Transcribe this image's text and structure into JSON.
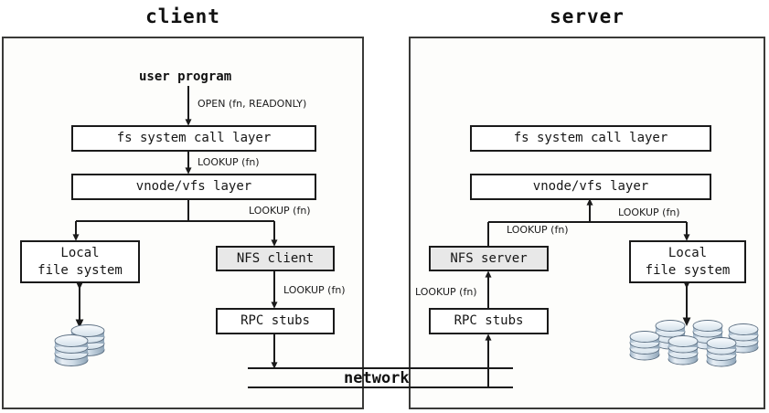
{
  "diagram": {
    "title_left": "client",
    "title_right": "server"
  },
  "client": {
    "user_program": "user program",
    "fs_syscall": "fs system call layer",
    "vnode_vfs": "vnode/vfs layer",
    "local_fs_line1": "Local",
    "local_fs_line2": "file system",
    "nfs_client": "NFS client",
    "rpc_stubs": "RPC stubs",
    "label_open": "OPEN (fn, READONLY)",
    "label_lookup_1": "LOOKUP (fn)",
    "label_lookup_2": "LOOKUP (fn)",
    "label_lookup_3": "LOOKUP (fn)"
  },
  "server": {
    "fs_syscall": "fs system call layer",
    "vnode_vfs": "vnode/vfs layer",
    "nfs_server": "NFS server",
    "rpc_stubs": "RPC stubs",
    "local_fs_line1": "Local",
    "local_fs_line2": "file system",
    "label_lookup_1": "LOOKUP (fn)",
    "label_lookup_2": "LOOKUP (fn)",
    "label_lookup_3": "LOOKUP (fn)"
  },
  "network": {
    "label": "network"
  },
  "colors": {
    "panel_border": "#3a3a38",
    "panel_bg": "#fdfdfb",
    "node_border": "#1a1a1a",
    "node_bg": "#ffffff",
    "node_shaded_bg": "#e8e8e8",
    "line": "#1a1a1a",
    "text": "#111111",
    "disk_top": "#f2f6fa",
    "disk_body": "#b9cada",
    "disk_edge": "#5a6b7d"
  },
  "icons": {
    "disk_stack": "database-stack-icon",
    "arrow": "arrow-icon"
  }
}
